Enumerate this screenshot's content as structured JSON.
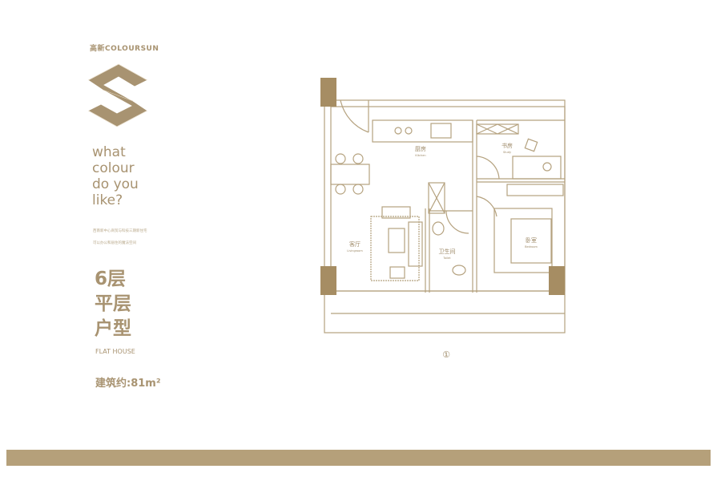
{
  "brand": {
    "name": "COLOURSUN",
    "cn_mark": "高新"
  },
  "slogan": [
    "what",
    "colour",
    "do you",
    "like?"
  ],
  "tagline": [
    "西南新中心商贸与科技三期新住宅",
    "可以办公和居住的魔法空间"
  ],
  "title": [
    "6层",
    "平层",
    "户型"
  ],
  "subtitle": "FLAT HOUSE",
  "area": "建筑约:81m²",
  "plan": {
    "unit_marker": "①",
    "rooms": [
      {
        "cn": "厨房",
        "en": "Kitchen"
      },
      {
        "cn": "书房",
        "en": "Study"
      },
      {
        "cn": "客厅",
        "en": "Livingroom"
      },
      {
        "cn": "卫生间",
        "en": "Toilet"
      },
      {
        "cn": "卧室",
        "en": "Bedroom"
      }
    ]
  },
  "colors": {
    "accent": "#a89371",
    "bar": "#b5a07a",
    "pillar": "#a68d63"
  }
}
